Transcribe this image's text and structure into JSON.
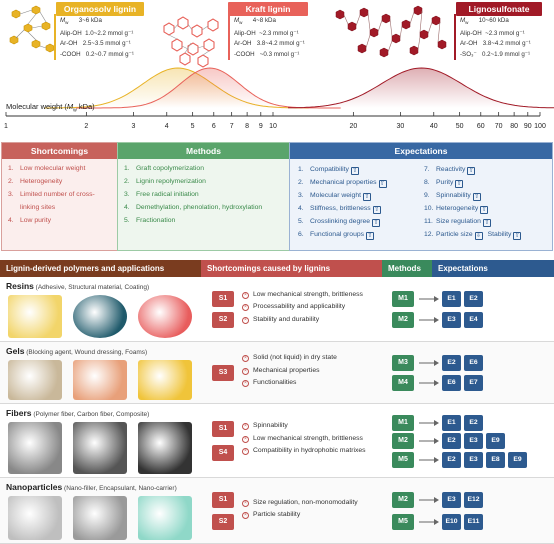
{
  "lignins": [
    {
      "name": "Organosolv lignin",
      "mw": "3~6 kDa",
      "props": [
        "1.0~2.2 mmol g⁻¹",
        "2.5~3.5 mmol g⁻¹",
        "0.2~0.7 mmol g⁻¹"
      ],
      "color": "#e8b326"
    },
    {
      "name": "Kraft lignin",
      "mw": "4~8 kDa",
      "props": [
        "~2.3 mmol g⁻¹",
        "3.8~4.2 mmol g⁻¹",
        "~0.3 mmol g⁻¹"
      ],
      "color": "#e8625a"
    },
    {
      "name": "Lignosulfonate",
      "mw": "10~60 kDa",
      "props": [
        "~2.3 mmol g⁻¹",
        "3.8~4.2 mmol g⁻¹",
        "0.2~1.9 mmol g⁻¹"
      ],
      "color": "#a11a27"
    }
  ],
  "prop_labels": {
    "mw": "M",
    "mw_sub": "w",
    "alip": "Alip-OH",
    "ar": "Ar-OH",
    "cooh": "-COOH",
    "so3": "-SO₃⁻"
  },
  "axis": {
    "label_pre": "Molecular weight (",
    "label_m": "M",
    "label_w": "w",
    "label_post": " kDa)",
    "ticks": [
      "1",
      "2",
      "3",
      "4",
      "5",
      "6",
      "7",
      "8",
      "9",
      "10",
      "20",
      "30",
      "40",
      "50",
      "60",
      "70",
      "80",
      "90",
      "100"
    ]
  },
  "curves_data": [
    {
      "peak_kda": 4.4,
      "spread": 0.13,
      "color": "#e8b326"
    },
    {
      "peak_kda": 5.8,
      "spread": 0.11,
      "color": "#e8625a"
    },
    {
      "peak_kda": 36,
      "spread": 0.15,
      "color": "#a11a27"
    }
  ],
  "shortcomings": {
    "title": "Shortcomings",
    "items": [
      "Low molecular weight",
      "Heterogeneity",
      "Limited number of cross-",
      "linking sites",
      "Low purity"
    ],
    "nums": [
      "1.",
      "2.",
      "3.",
      "",
      "4."
    ]
  },
  "methods": {
    "title": "Methods",
    "items": [
      "Graft copolymerization",
      "Lignin repolymerization",
      "Free radical initiation",
      "Demethylation, phenolation, hydroxylation",
      "Fractionation"
    ],
    "nums": [
      "1.",
      "2.",
      "3.",
      "4.",
      "5."
    ]
  },
  "expectations": {
    "title": "Expectations",
    "left": [
      "Compatibility",
      "Mechanical properties",
      "Molecular weight",
      "Stiffness, brittleness",
      "Crosslinking degree",
      "Functional groups"
    ],
    "left_nums": [
      "1.",
      "2.",
      "3.",
      "4.",
      "5.",
      "6."
    ],
    "right": [
      "Reactivity",
      "Purity",
      "Spinnability",
      "Heterogeneity",
      "Size regulation",
      "Particle size",
      "Stability"
    ],
    "right_nums": [
      "7.",
      "8.",
      "9.",
      "10.",
      "11.",
      "12."
    ],
    "up": "⇧",
    "down": "⇩"
  },
  "table": {
    "h1": "Lignin-derived polymers and applications",
    "h2": "Shortcomings caused by lignins",
    "h3": "Methods",
    "h4": "Expectations",
    "rows": [
      {
        "title": "Resins",
        "sub": " (Adhesive, Structural material, Coating)",
        "s": [
          "S1",
          "S2"
        ],
        "text": [
          "Low mechanical strength, brittleness",
          "Processability and applicability",
          "Stability and durability"
        ],
        "m": [
          "M1",
          "M2"
        ],
        "e": [
          [
            "E1",
            "E2"
          ],
          [
            "E3",
            "E4"
          ]
        ]
      },
      {
        "title": "Gels",
        "sub": " (Blocking agent, Wound dressing, Foams)",
        "s": [
          "S3"
        ],
        "text": [
          "Solid (not liquid) in dry state",
          "Mechanical properties",
          "Functionalities"
        ],
        "m": [
          "M3",
          "M4"
        ],
        "e": [
          [
            "E2",
            "E6"
          ],
          [
            "E6",
            "E7"
          ]
        ]
      },
      {
        "title": "Fibers",
        "sub": " (Polymer fiber, Carbon fiber, Composite)",
        "s": [
          "S1",
          "S4"
        ],
        "text": [
          "Spinnability",
          "Low mechanical strength, brittleness",
          "Compatibility in hydrophobic matrixes"
        ],
        "m": [
          "M1",
          "M2",
          "M5"
        ],
        "e": [
          [
            "E1",
            "E2"
          ],
          [
            "E2",
            "E3",
            "E9"
          ],
          [
            "E2",
            "E3",
            "E8",
            "E9"
          ]
        ]
      },
      {
        "title": "Nanoparticles",
        "sub": " (Nano-filler, Encapsulant, Nano-carrier)",
        "s": [
          "S1",
          "S2"
        ],
        "text": [
          "Size regulation, non-monomodality",
          "Particle stability"
        ],
        "m": [
          "M2",
          "M5"
        ],
        "e": [
          [
            "E3",
            "E12"
          ],
          [
            "E10",
            "E11"
          ]
        ]
      }
    ]
  },
  "colors": {
    "short_head": "#c7625c",
    "short_bg": "#fbeeed",
    "short_text": "#c0504d",
    "meth_head": "#5aa46b",
    "meth_bg": "#eef6ee",
    "meth_text": "#3a8a4a",
    "exp_head": "#3868a3",
    "exp_bg": "#eef3fa",
    "exp_text": "#2d5a8f",
    "th1": "#7a3c1f",
    "th2": "#c0504d",
    "th3": "#3a8a5c",
    "th4": "#2d5a8f"
  }
}
